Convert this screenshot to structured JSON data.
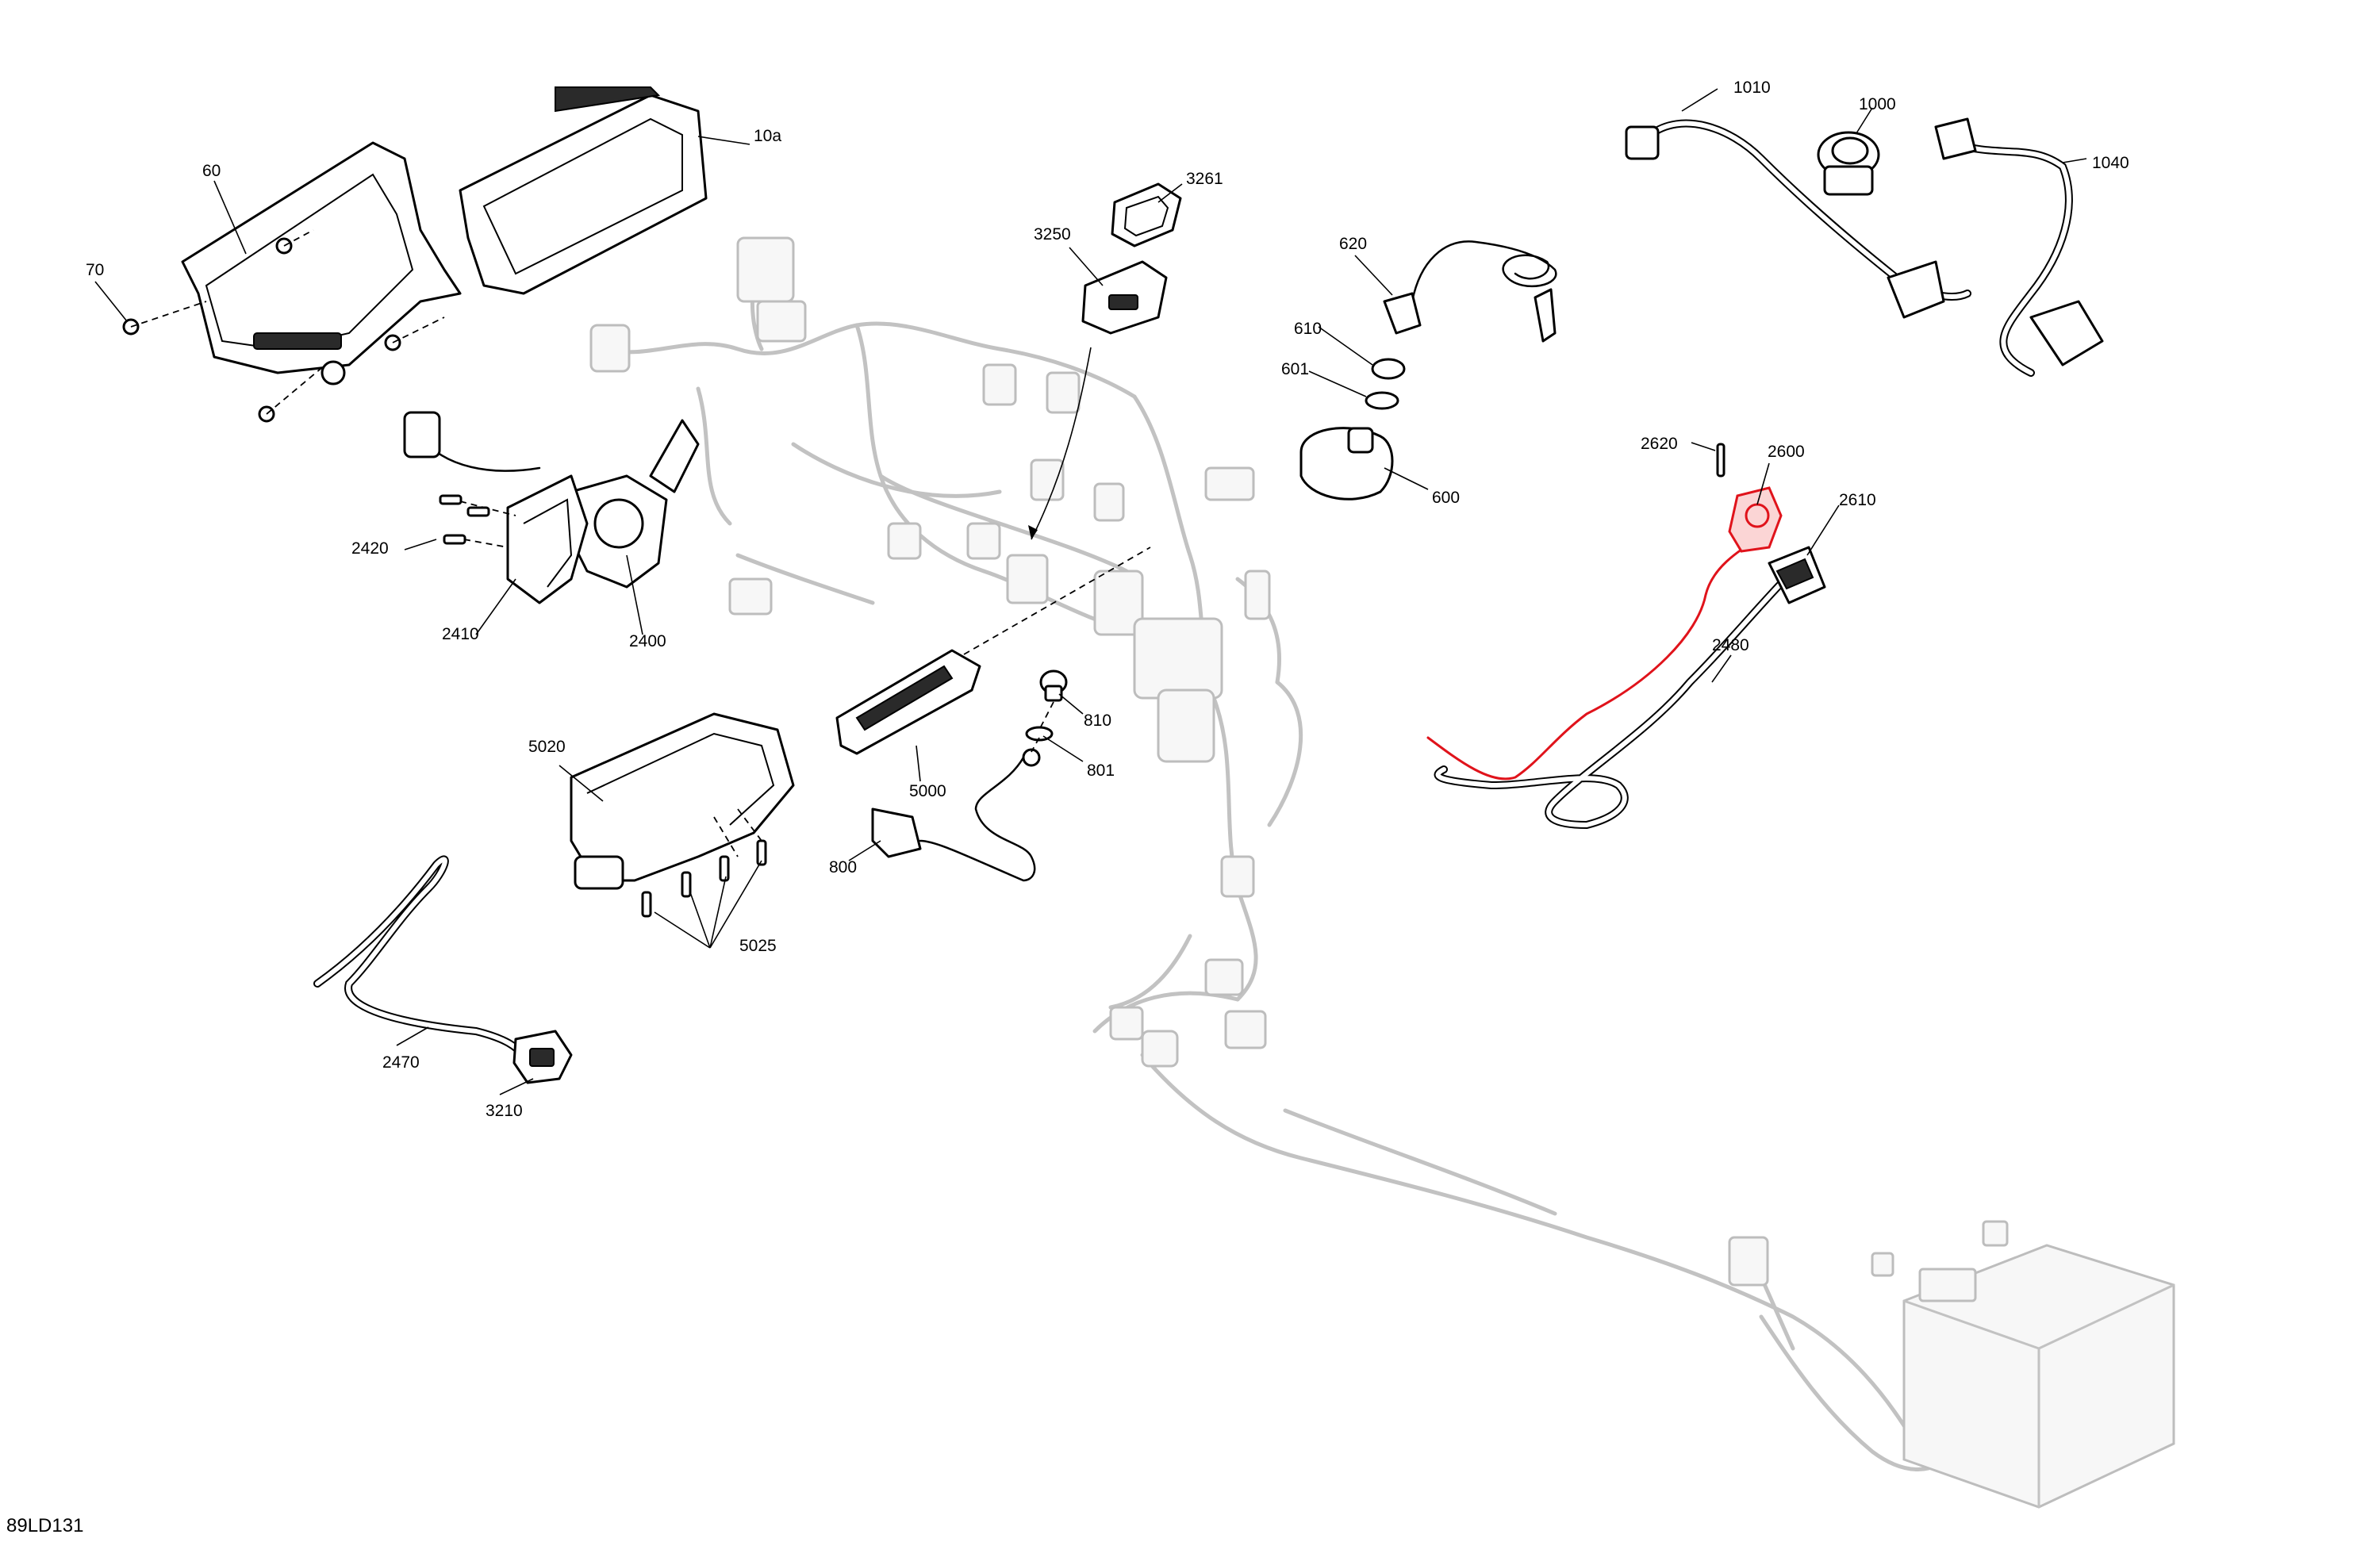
{
  "figure_id": "89LD131",
  "colors": {
    "highlight": "#e0131b",
    "ghost": "#c2c2c2",
    "ink": "#000000"
  },
  "callouts": {
    "c60": "60",
    "c70": "70",
    "c10a": "10a",
    "c2420": "2420",
    "c2410": "2410",
    "c2400": "2400",
    "c3261": "3261",
    "c3250": "3250",
    "c5020": "5020",
    "c5025": "5025",
    "c5000": "5000",
    "c810": "810",
    "c801": "801",
    "c800": "800",
    "c2470": "2470",
    "c3210": "3210",
    "c620": "620",
    "c610": "610",
    "c601": "601",
    "c600": "600",
    "c1010": "1010",
    "c1000": "1000",
    "c1040": "1040",
    "c2620": "2620",
    "c2600": "2600",
    "c2610": "2610",
    "c2480": "2480"
  }
}
